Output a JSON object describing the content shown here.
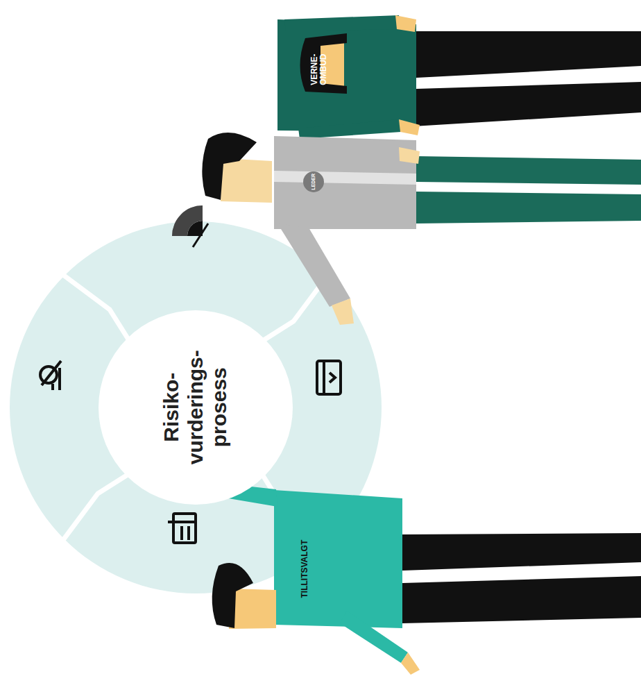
{
  "diagram": {
    "nodes": [
      {
        "text": [
          "Risiko- vurderings- prosess"
        ]
      }
    ],
    "labels": [
      "VERNE- OMBUD",
      "LEDER",
      "TILLITSVALGT"
    ]
  }
}
